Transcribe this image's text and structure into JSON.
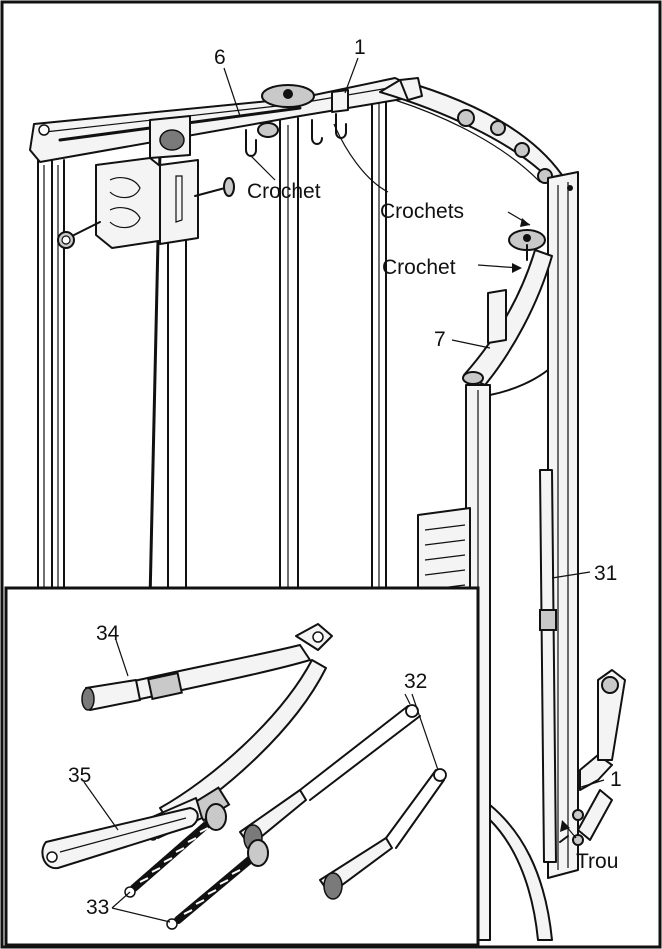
{
  "labels": {
    "part_1_top": "1",
    "part_6": "6",
    "part_7": "7",
    "part_31": "31",
    "part_1_base": "1",
    "part_34": "34",
    "part_32": "32",
    "part_35": "35",
    "part_33": "33",
    "crochet_left": "Crochet",
    "crochets": "Crochets",
    "crochet_right": "Crochet",
    "trou": "Trou"
  }
}
